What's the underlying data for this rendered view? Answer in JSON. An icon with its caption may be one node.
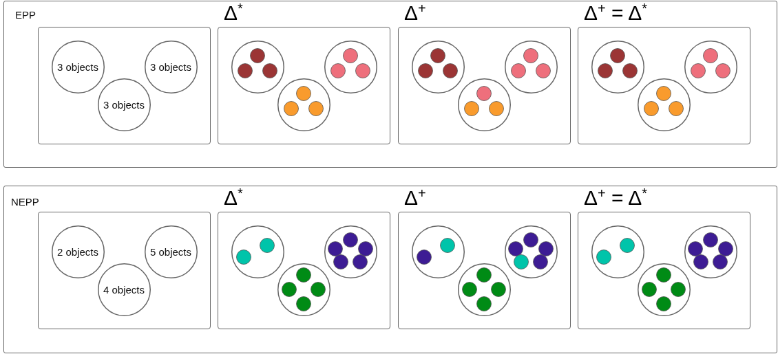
{
  "diagram": {
    "nodes": [
      {
        "text": [
          "EPP"
        ]
      },
      {
        "text": [],
        "shape": "box",
        "in": 0
      },
      {
        "text": [
          "3 objects"
        ],
        "in": 1
      },
      {
        "text": [
          "3 objects"
        ],
        "in": 1
      },
      {
        "text": [
          "3 objects"
        ],
        "in": 1
      },
      {
        "text": [
          "Δ$^{*}$"
        ],
        "in": 0
      },
      {
        "text": [],
        "shape": "circle",
        "in": 5
      },
      {
        "text": [],
        "shape": "circle",
        "in": 6
      },
      {
        "text": [],
        "shape": "circle",
        "in": 6
      },
      {
        "text": [],
        "shape": "circle",
        "in": 6
      },
      {
        "text": [],
        "shape": "circle",
        "in": 5
      },
      {
        "text": [],
        "shape": "circle",
        "in": 10
      },
      {
        "text": [],
        "shape": "circle",
        "in": 10
      },
      {
        "text": [],
        "shape": "circle",
        "in": 10
      },
      {
        "text": [],
        "shape": "circle",
        "in": 5
      },
      {
        "text": [],
        "shape": "circle",
        "in": 14
      },
      {
        "text": [],
        "shape": "circle",
        "in": 14
      },
      {
        "text": [],
        "shape": "circle",
        "in": 14
      },
      {
        "text": [
          "Δ$^{+}$"
        ],
        "in": 0
      },
      {
        "text": [],
        "shape": "circle",
        "in": 18
      },
      {
        "text": [],
        "shape": "circle",
        "in": 19
      },
      {
        "text": [],
        "shape": "circle",
        "in": 19
      },
      {
        "text": [],
        "shape": "circle",
        "in": 19
      },
      {
        "text": [],
        "shape": "circle",
        "in": 18
      },
      {
        "text": [],
        "shape": "circle",
        "in": 23
      },
      {
        "text": [],
        "shape": "circle",
        "in": 23
      },
      {
        "text": [],
        "shape": "circle",
        "in": 23
      },
      {
        "text": [],
        "shape": "circle",
        "in": 18
      },
      {
        "text": [],
        "shape": "circle",
        "in": 27
      },
      {
        "text": [],
        "shape": "circle",
        "in": 27
      },
      {
        "text": [],
        "shape": "circle",
        "in": 27
      },
      {
        "text": [
          "Δ$^{+}$ = Δ$^{*}$"
        ],
        "in": 0
      },
      {
        "text": [],
        "shape": "circle",
        "in": 31
      },
      {
        "text": [],
        "shape": "circle",
        "in": 32
      },
      {
        "text": [],
        "shape": "circle",
        "in": 32
      },
      {
        "text": [],
        "shape": "circle",
        "in": 32
      },
      {
        "text": [],
        "shape": "circle",
        "in": 31
      },
      {
        "text": [],
        "shape": "circle",
        "in": 36
      },
      {
        "text": [],
        "shape": "circle",
        "in": 36
      },
      {
        "text": [],
        "shape": "circle",
        "in": 36
      },
      {
        "text": [],
        "shape": "circle",
        "in": 31
      },
      {
        "text": [],
        "shape": "circle",
        "in": 40
      },
      {
        "text": [],
        "shape": "circle",
        "in": 40
      },
      {
        "text": [],
        "shape": "circle",
        "in": 40
      },
      {
        "text": [
          "NEPP"
        ]
      },
      {
        "text": [],
        "shape": "box",
        "in": 44
      },
      {
        "text": [
          "2 objects"
        ],
        "in": 45
      },
      {
        "text": [
          "5 objects"
        ],
        "in": 45
      },
      {
        "text": [
          "4 objects"
        ],
        "in": 45
      },
      {
        "text": [
          "Δ$^{*}$"
        ],
        "in": 44
      },
      {
        "text": [],
        "shape": "circle",
        "in": 49
      },
      {
        "text": [],
        "shape": "circle",
        "in": 50
      },
      {
        "text": [],
        "shape": "circle",
        "in": 50
      },
      {
        "text": [],
        "shape": "circle",
        "in": 49
      },
      {
        "text": [],
        "shape": "circle",
        "in": 53
      },
      {
        "text": [],
        "shape": "circle",
        "in": 53
      },
      {
        "text": [],
        "shape": "circle",
        "in": 53
      },
      {
        "text": [],
        "shape": "circle",
        "in": 53
      },
      {
        "text": [],
        "shape": "circle",
        "in": 53
      },
      {
        "text": [],
        "shape": "circle",
        "in": 49
      },
      {
        "text": [],
        "shape": "circle",
        "in": 59
      },
      {
        "text": [],
        "shape": "circle",
        "in": 59
      },
      {
        "text": [],
        "shape": "circle",
        "in": 59
      },
      {
        "text": [],
        "shape": "circle",
        "in": 59
      },
      {
        "text": [
          "Δ$^{+}$"
        ],
        "in": 44
      },
      {
        "text": [],
        "shape": "circle",
        "in": 64
      },
      {
        "text": [],
        "shape": "circle",
        "in": 65
      },
      {
        "text": [],
        "shape": "circle",
        "in": 65
      },
      {
        "text": [],
        "shape": "circle",
        "in": 64
      },
      {
        "text": [],
        "shape": "circle",
        "in": 68
      },
      {
        "text": [],
        "shape": "circle",
        "in": 68
      },
      {
        "text": [],
        "shape": "circle",
        "in": 68
      },
      {
        "text": [],
        "shape": "circle",
        "in": 68
      },
      {
        "text": [],
        "shape": "circle",
        "in": 68
      },
      {
        "text": [],
        "shape": "circle",
        "in": 64
      },
      {
        "text": [],
        "shape": "circle",
        "in": 74
      },
      {
        "text": [],
        "shape": "circle",
        "in": 74
      },
      {
        "text": [],
        "shape": "circle",
        "in": 74
      },
      {
        "text": [],
        "shape": "circle",
        "in": 74
      },
      {
        "text": [
          "Δ$^{+}$ = Δ$^{*}$"
        ],
        "in": 44
      },
      {
        "text": [],
        "shape": "circle",
        "in": 79
      },
      {
        "text": [],
        "shape": "circle",
        "in": 80
      },
      {
        "text": [],
        "shape": "circle",
        "in": 80
      },
      {
        "text": [],
        "shape": "circle",
        "in": 79
      },
      {
        "text": [],
        "shape": "circle",
        "in": 83
      },
      {
        "text": [],
        "shape": "circle",
        "in": 83
      },
      {
        "text": [],
        "shape": "circle",
        "in": 83
      },
      {
        "text": [],
        "shape": "circle",
        "in": 83
      },
      {
        "text": [],
        "shape": "circle",
        "in": 83
      },
      {
        "text": [],
        "shape": "circle",
        "in": 79
      },
      {
        "text": [],
        "shape": "circle",
        "in": 89
      },
      {
        "text": [],
        "shape": "circle",
        "in": 89
      },
      {
        "text": [],
        "shape": "circle",
        "in": 89
      },
      {
        "text": [],
        "shape": "circle",
        "in": 89
      }
    ]
  }
}
